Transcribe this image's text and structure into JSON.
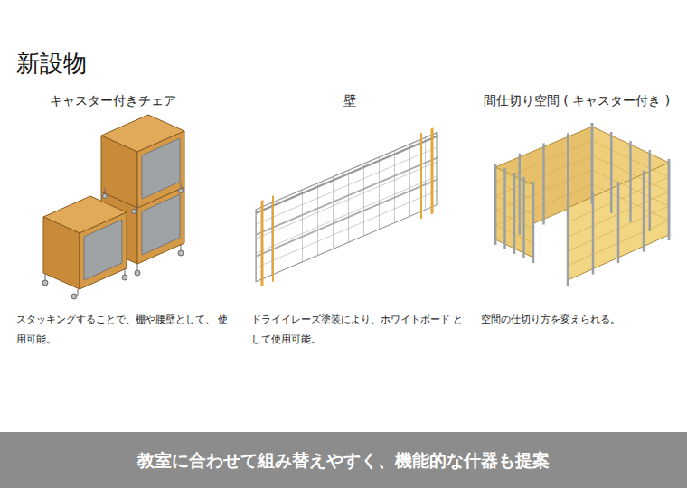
{
  "diagram": {
    "title": "新設物",
    "nodes": [
      {
        "text": [
          "教室に合わせて組み替えやすく、機能的な什器も提案"
        ]
      }
    ],
    "labels": [
      "キャスター付きチェア",
      "壁",
      "間仕切り空間 ( キャスター付き )",
      "スタッキングすることで、棚や腰壁として、 使用可能。",
      "ドライイレーズ塗装により、ホワイトボード として使用可能。",
      "空間の仕切り方を変えられる。"
    ]
  }
}
